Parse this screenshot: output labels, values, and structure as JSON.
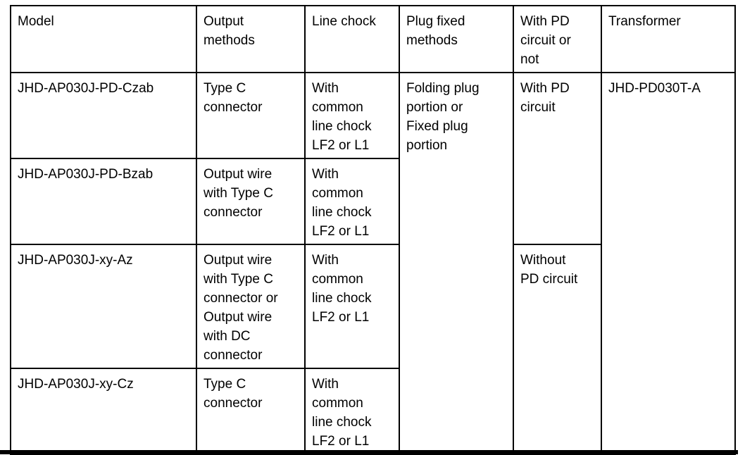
{
  "colors": {
    "text": "#000000",
    "background": "#ffffff",
    "border": "#000000"
  },
  "table": {
    "headers": {
      "model": "Model",
      "output_methods": "Output\nmethods",
      "line_chock": "Line chock",
      "plug_fixed_methods": "Plug fixed\nmethods",
      "pd_circuit_or_not": "With PD\ncircuit or\nnot",
      "transformer": "Transformer"
    },
    "rows": [
      {
        "model": "JHD-AP030J-PD-Czab",
        "output_methods": "Type C\nconnector",
        "line_chock": "With\ncommon\nline chock\nLF2 or L1",
        "plug_fixed_methods": "Folding plug\nportion or\nFixed plug\nportion",
        "pd_circuit": "With PD\ncircuit",
        "transformer": "JHD-PD030T-A"
      },
      {
        "model": "JHD-AP030J-PD-Bzab",
        "output_methods": "Output wire\nwith Type C\nconnector",
        "line_chock": "With\ncommon\nline chock\nLF2 or L1"
      },
      {
        "model": "JHD-AP030J-xy-Az",
        "output_methods": "Output wire\nwith Type C\nconnector or\nOutput wire\nwith DC\nconnector",
        "line_chock": "With\ncommon\nline chock\nLF2 or L1",
        "pd_circuit": "Without\nPD circuit"
      },
      {
        "model": "JHD-AP030J-xy-Cz",
        "output_methods": "Type C\nconnector",
        "line_chock": "With\ncommon\nline chock\nLF2 or L1"
      }
    ]
  }
}
